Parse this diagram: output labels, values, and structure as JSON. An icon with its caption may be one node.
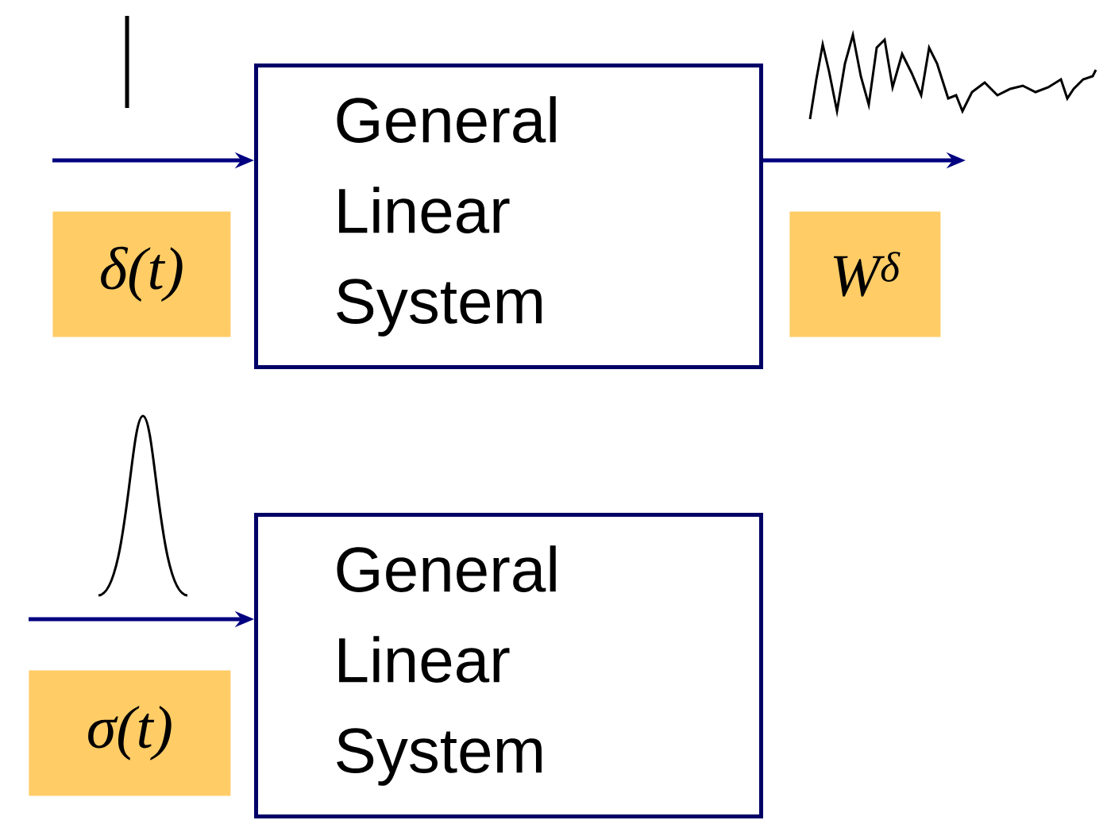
{
  "diagram": {
    "nodes": [
      {
        "text": [
          "General Linear System"
        ]
      },
      {
        "text": [
          "δ(t)"
        ]
      },
      {
        "text": [
          "W$^{δ}$"
        ]
      },
      {
        "text": [
          "General Linear System"
        ]
      },
      {
        "text": [
          "σ(t)"
        ]
      }
    ],
    "edges": [
      {
        "from": null,
        "to": 0,
        "arrow": "to"
      },
      {
        "from": 0,
        "to": null,
        "arrow": "to"
      },
      {
        "from": null,
        "to": 3,
        "arrow": "to"
      }
    ]
  }
}
